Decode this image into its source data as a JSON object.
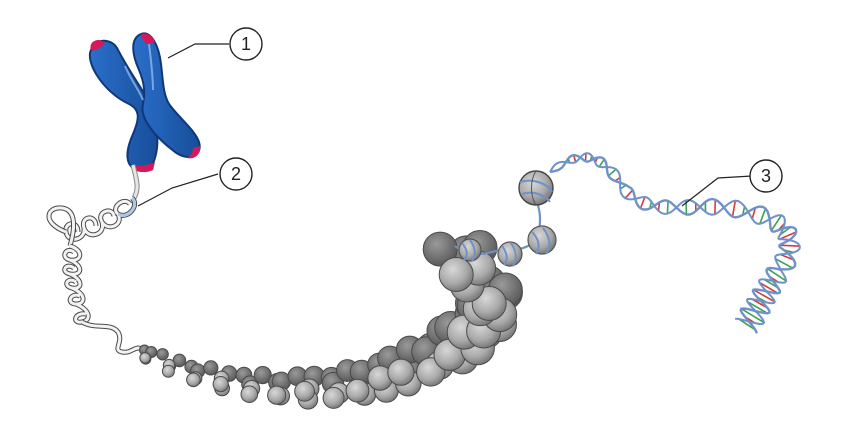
{
  "labels": [
    {
      "number": "1"
    },
    {
      "number": "2"
    },
    {
      "number": "3"
    }
  ],
  "colors": {
    "chromosome_blue": "#1e5fb4",
    "telomere_pink": "#d6185a",
    "nucleosome_gray": "#a8a8a8",
    "dna_blue": "#6f92c8",
    "base_red": "#d23c3c",
    "base_green": "#3ca050",
    "fiber_outline": "#555555"
  }
}
